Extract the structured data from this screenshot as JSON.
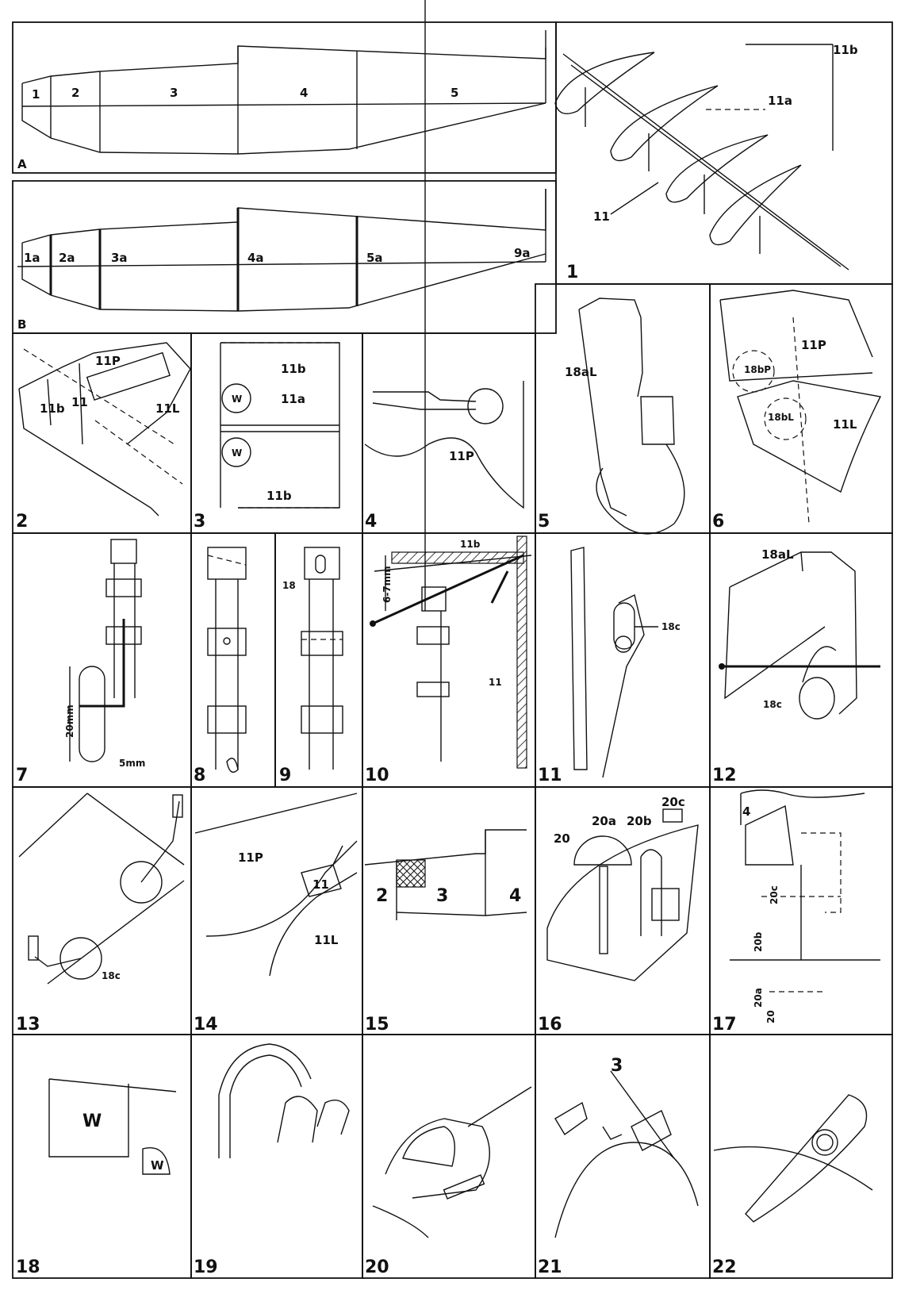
{
  "labels": {
    "A": "A",
    "B": "B",
    "a1": "1",
    "a2": "2",
    "a3": "3",
    "a4": "4",
    "a5": "5",
    "b1": "1a",
    "b2": "2a",
    "b3": "3a",
    "b4": "4a",
    "b5": "5a",
    "b9": "9a",
    "p1_11b": "11b",
    "p1_11a": "11a",
    "p1_11": "11",
    "p2_11p": "11P",
    "p2_11b": "11b",
    "p2_11": "11",
    "p2_11l": "11L",
    "p3_11b_top": "11b",
    "p3_11a": "11a",
    "p3_w1": "W",
    "p3_w2": "W",
    "p3_11b_bot": "11b",
    "p4_11p": "11P",
    "p5_18al": "18aL",
    "p6_11p": "11P",
    "p6_18bp": "18bP",
    "p6_18bl": "18bL",
    "p6_11l": "11L",
    "p7_20mm": "20mm",
    "p7_5mm": "5mm",
    "p9_18": "18",
    "p10_11b": "11b",
    "p10_67mm": "6-7mm",
    "p10_11": "11",
    "p11_18c": "18c",
    "p12_18al": "18aL",
    "p12_18c": "18c",
    "p13_18c": "18c",
    "p14_11p": "11P",
    "p14_11": "11",
    "p14_11l": "11L",
    "p15_2": "2",
    "p15_3": "3",
    "p15_4": "4",
    "p16_20": "20",
    "p16_20a": "20a",
    "p16_20b": "20b",
    "p16_20c": "20c",
    "p17_4": "4",
    "p17_20c": "20c",
    "p17_20b": "20b",
    "p17_20a": "20a",
    "p17_20": "20",
    "p18_w1": "W",
    "p18_w2": "W",
    "p21_3": "3"
  },
  "panels": {
    "n1": "1",
    "n2": "2",
    "n3": "3",
    "n4": "4",
    "n5": "5",
    "n6": "6",
    "n7": "7",
    "n8": "8",
    "n9": "9",
    "n10": "10",
    "n11": "11",
    "n12": "12",
    "n13": "13",
    "n14": "14",
    "n15": "15",
    "n16": "16",
    "n17": "17",
    "n18": "18",
    "n19": "19",
    "n20": "20",
    "n21": "21",
    "n22": "22"
  }
}
